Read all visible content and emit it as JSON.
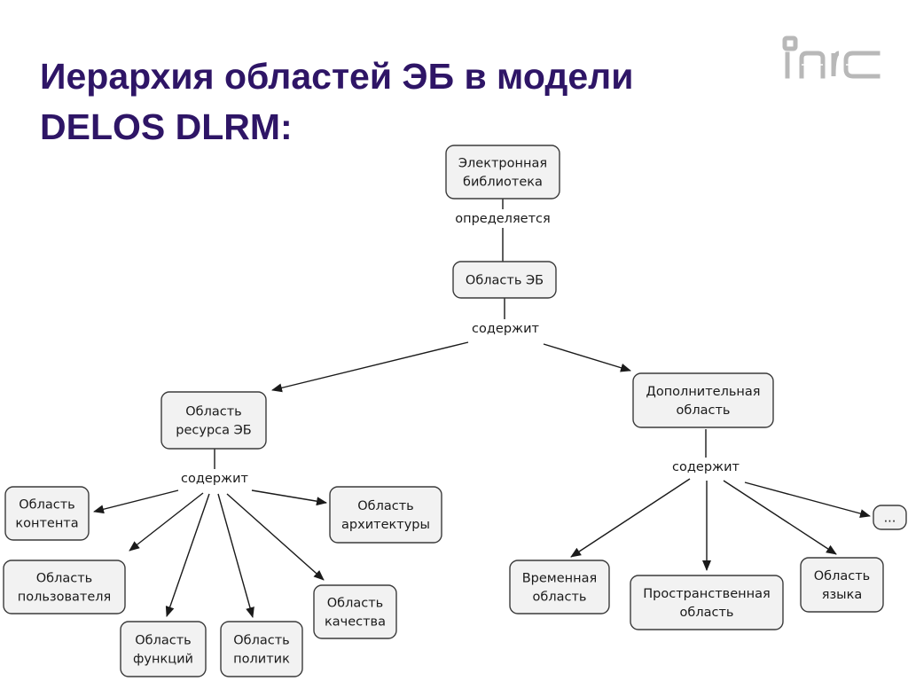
{
  "slide": {
    "title_line1": "Иерархия областей ЭБ в модели",
    "title_line2": "DELOS DLRM:",
    "logo_text": "inc",
    "colors": {
      "title": "#2e1566",
      "logo": "#b8b8b8",
      "node_fill": "#f2f2f2",
      "node_border": "#3b3b3b"
    }
  },
  "diagram": {
    "nodes": [
      {
        "id": "el_library",
        "lines": [
          "Электронная",
          "библиотека"
        ]
      },
      {
        "id": "eb_domain",
        "lines": [
          "Область ЭБ"
        ]
      },
      {
        "id": "resource_domain",
        "lines": [
          "Область",
          "ресурса ЭБ"
        ]
      },
      {
        "id": "additional_domain",
        "lines": [
          "Дополнительная",
          "область"
        ]
      },
      {
        "id": "content_domain",
        "lines": [
          "Область",
          "контента"
        ]
      },
      {
        "id": "user_domain",
        "lines": [
          "Область",
          "пользователя"
        ]
      },
      {
        "id": "function_domain",
        "lines": [
          "Область",
          "функций"
        ]
      },
      {
        "id": "policy_domain",
        "lines": [
          "Область",
          "политик"
        ]
      },
      {
        "id": "quality_domain",
        "lines": [
          "Область",
          "качества"
        ]
      },
      {
        "id": "architecture_domain",
        "lines": [
          "Область",
          "архитектуры"
        ]
      },
      {
        "id": "time_domain",
        "lines": [
          "Временная",
          "область"
        ]
      },
      {
        "id": "space_domain",
        "lines": [
          "Пространственная",
          "область"
        ]
      },
      {
        "id": "language_domain",
        "lines": [
          "Область",
          "языка"
        ]
      },
      {
        "id": "more",
        "lines": [
          "..."
        ]
      }
    ],
    "link_phrases": [
      {
        "id": "defined",
        "text": "определяется"
      },
      {
        "id": "contains_1",
        "text": "содержит"
      },
      {
        "id": "contains_2",
        "text": "содержит"
      },
      {
        "id": "contains_3",
        "text": "содержит"
      }
    ],
    "edges": [
      {
        "from": "el_library",
        "to": "defined",
        "arrow": false
      },
      {
        "from": "defined",
        "to": "eb_domain",
        "arrow": false
      },
      {
        "from": "eb_domain",
        "to": "contains_1",
        "arrow": false
      },
      {
        "from": "contains_1",
        "to": "resource_domain",
        "arrow": true
      },
      {
        "from": "contains_1",
        "to": "additional_domain",
        "arrow": true
      },
      {
        "from": "resource_domain",
        "to": "contains_2",
        "arrow": false
      },
      {
        "from": "contains_2",
        "to": "content_domain",
        "arrow": true
      },
      {
        "from": "contains_2",
        "to": "user_domain",
        "arrow": true
      },
      {
        "from": "contains_2",
        "to": "function_domain",
        "arrow": true
      },
      {
        "from": "contains_2",
        "to": "policy_domain",
        "arrow": true
      },
      {
        "from": "contains_2",
        "to": "quality_domain",
        "arrow": true
      },
      {
        "from": "contains_2",
        "to": "architecture_domain",
        "arrow": true
      },
      {
        "from": "additional_domain",
        "to": "contains_3",
        "arrow": false
      },
      {
        "from": "contains_3",
        "to": "time_domain",
        "arrow": true
      },
      {
        "from": "contains_3",
        "to": "space_domain",
        "arrow": true
      },
      {
        "from": "contains_3",
        "to": "language_domain",
        "arrow": true
      },
      {
        "from": "contains_3",
        "to": "more",
        "arrow": true
      }
    ]
  }
}
